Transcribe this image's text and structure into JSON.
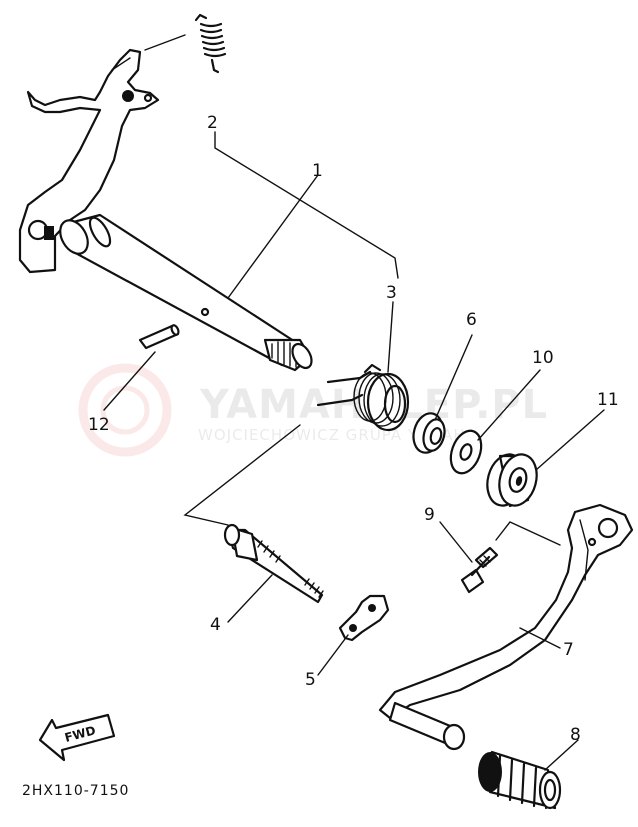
{
  "diagram": {
    "part_code": "2HX110-7150",
    "direction_label": "FWD",
    "watermark": {
      "main": "YAMAHALEP.PL",
      "sub": "WOJCIECHOWICZ GRUPA YAMAHA"
    },
    "callouts": [
      {
        "id": "1",
        "label": "1"
      },
      {
        "id": "2",
        "label": "2"
      },
      {
        "id": "3",
        "label": "3"
      },
      {
        "id": "4",
        "label": "4"
      },
      {
        "id": "5",
        "label": "5"
      },
      {
        "id": "6",
        "label": "6"
      },
      {
        "id": "7",
        "label": "7"
      },
      {
        "id": "8",
        "label": "8"
      },
      {
        "id": "9",
        "label": "9"
      },
      {
        "id": "10",
        "label": "10"
      },
      {
        "id": "11",
        "label": "11"
      },
      {
        "id": "12",
        "label": "12"
      }
    ]
  }
}
